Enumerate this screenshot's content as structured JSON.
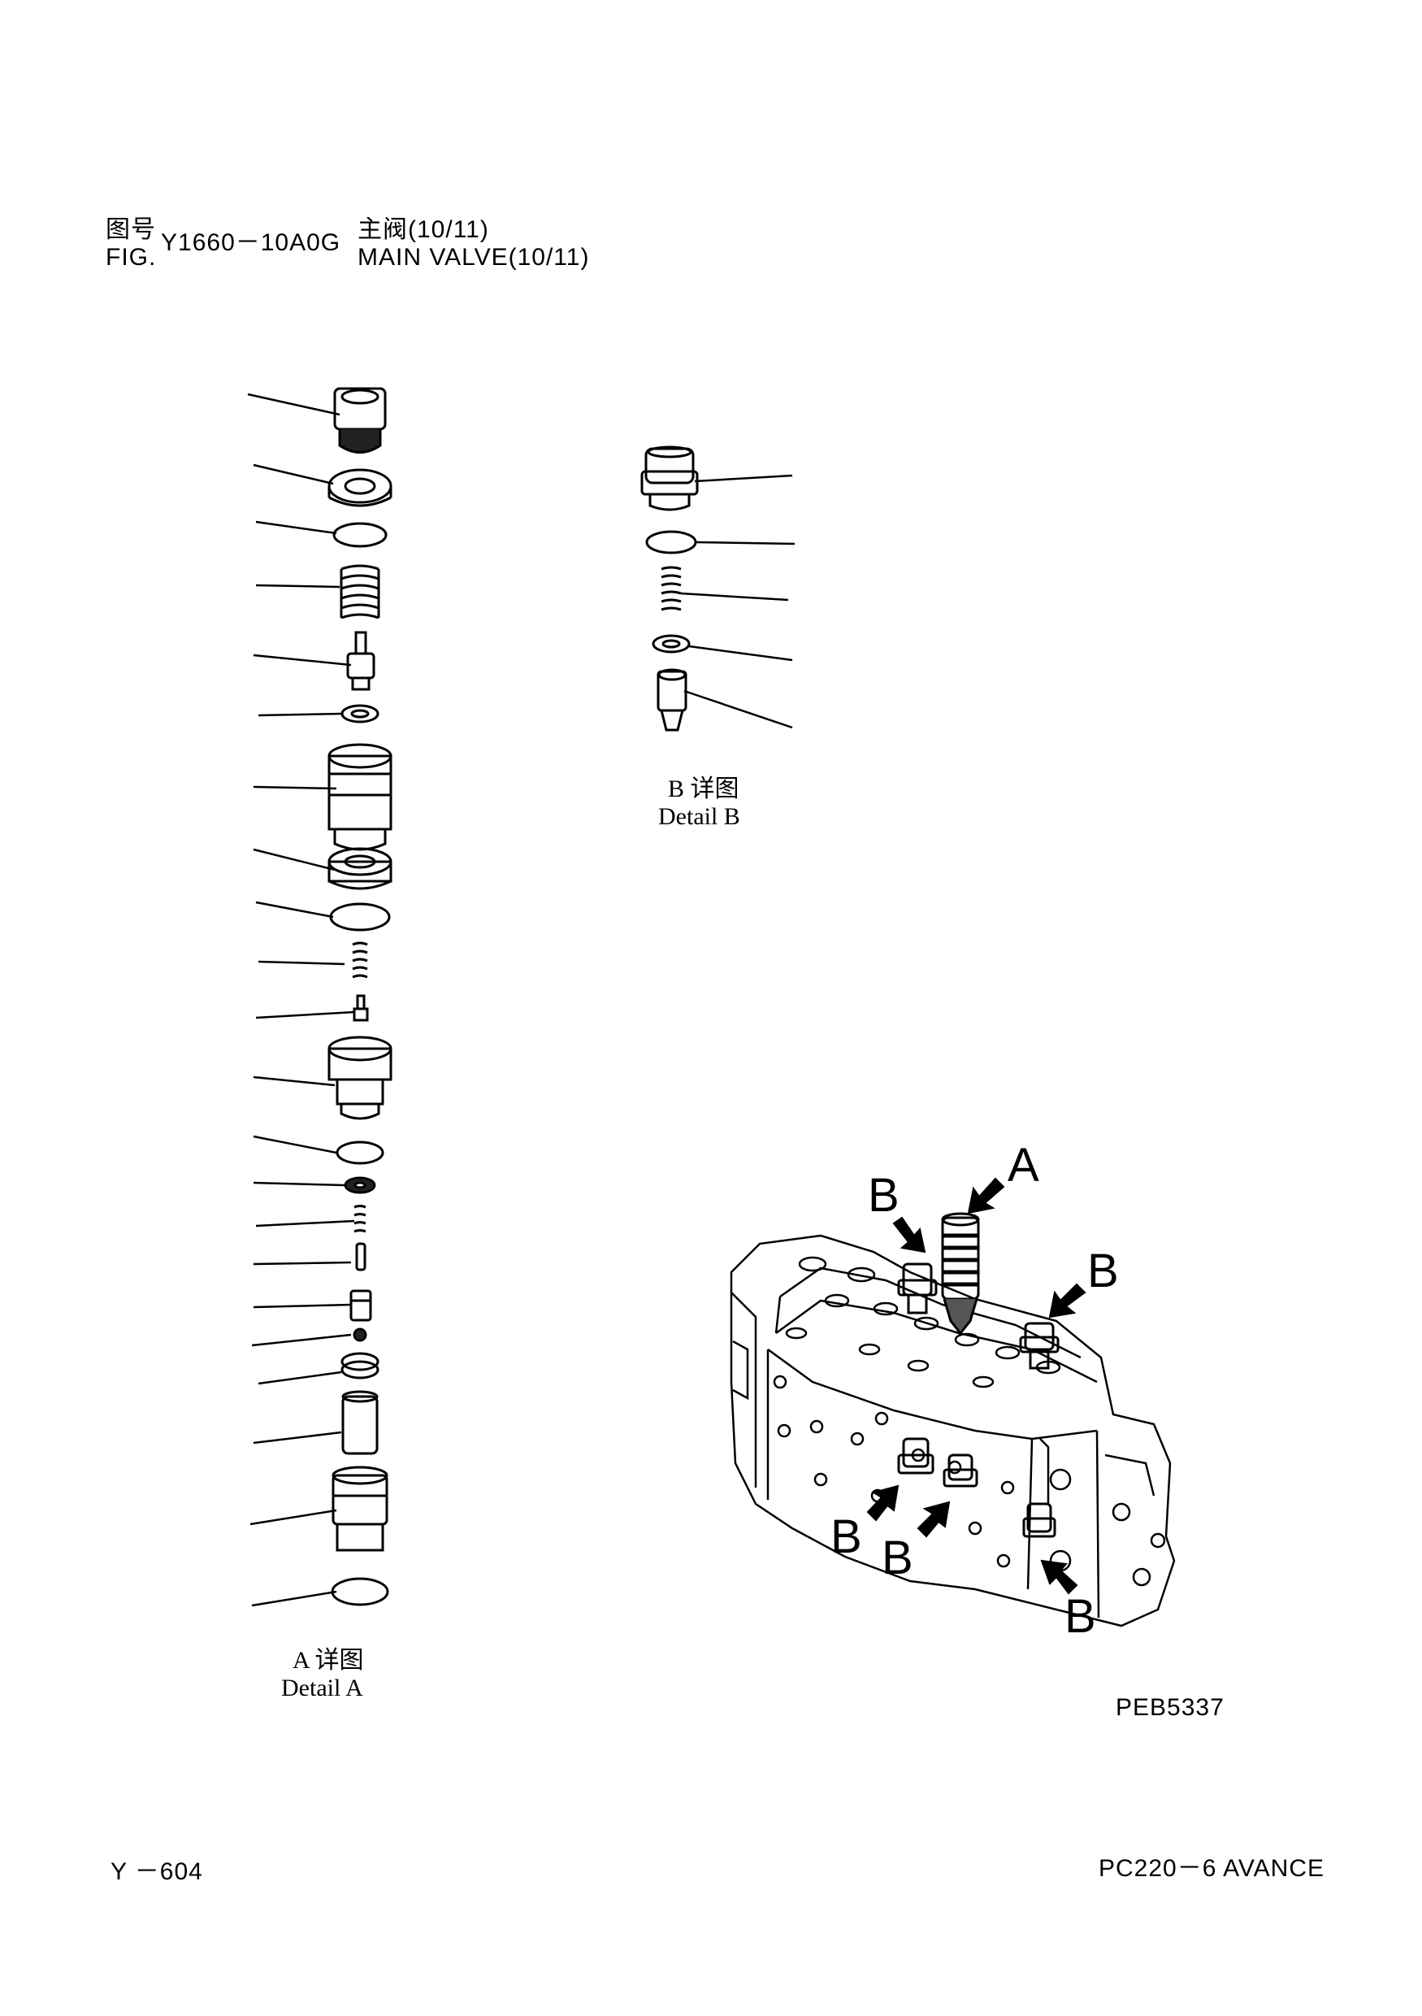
{
  "header": {
    "fig_cn": "图号",
    "fig_en": "FIG.",
    "fig_number": "Y1660－10A0G",
    "title_cn": "主阀(10/11)",
    "title_en": "MAIN VALVE(10/11)"
  },
  "detail_a": {
    "label_cn": "A 详图",
    "label_en": "Detail A"
  },
  "detail_b": {
    "label_cn": "B 详图",
    "label_en": "Detail B"
  },
  "callouts": {
    "a": "A",
    "b": [
      "B",
      "B",
      "B",
      "B",
      "B"
    ]
  },
  "image_code": "PEB5337",
  "footer": {
    "page": "Y －604",
    "model": "PC220－6 AVANCE"
  }
}
